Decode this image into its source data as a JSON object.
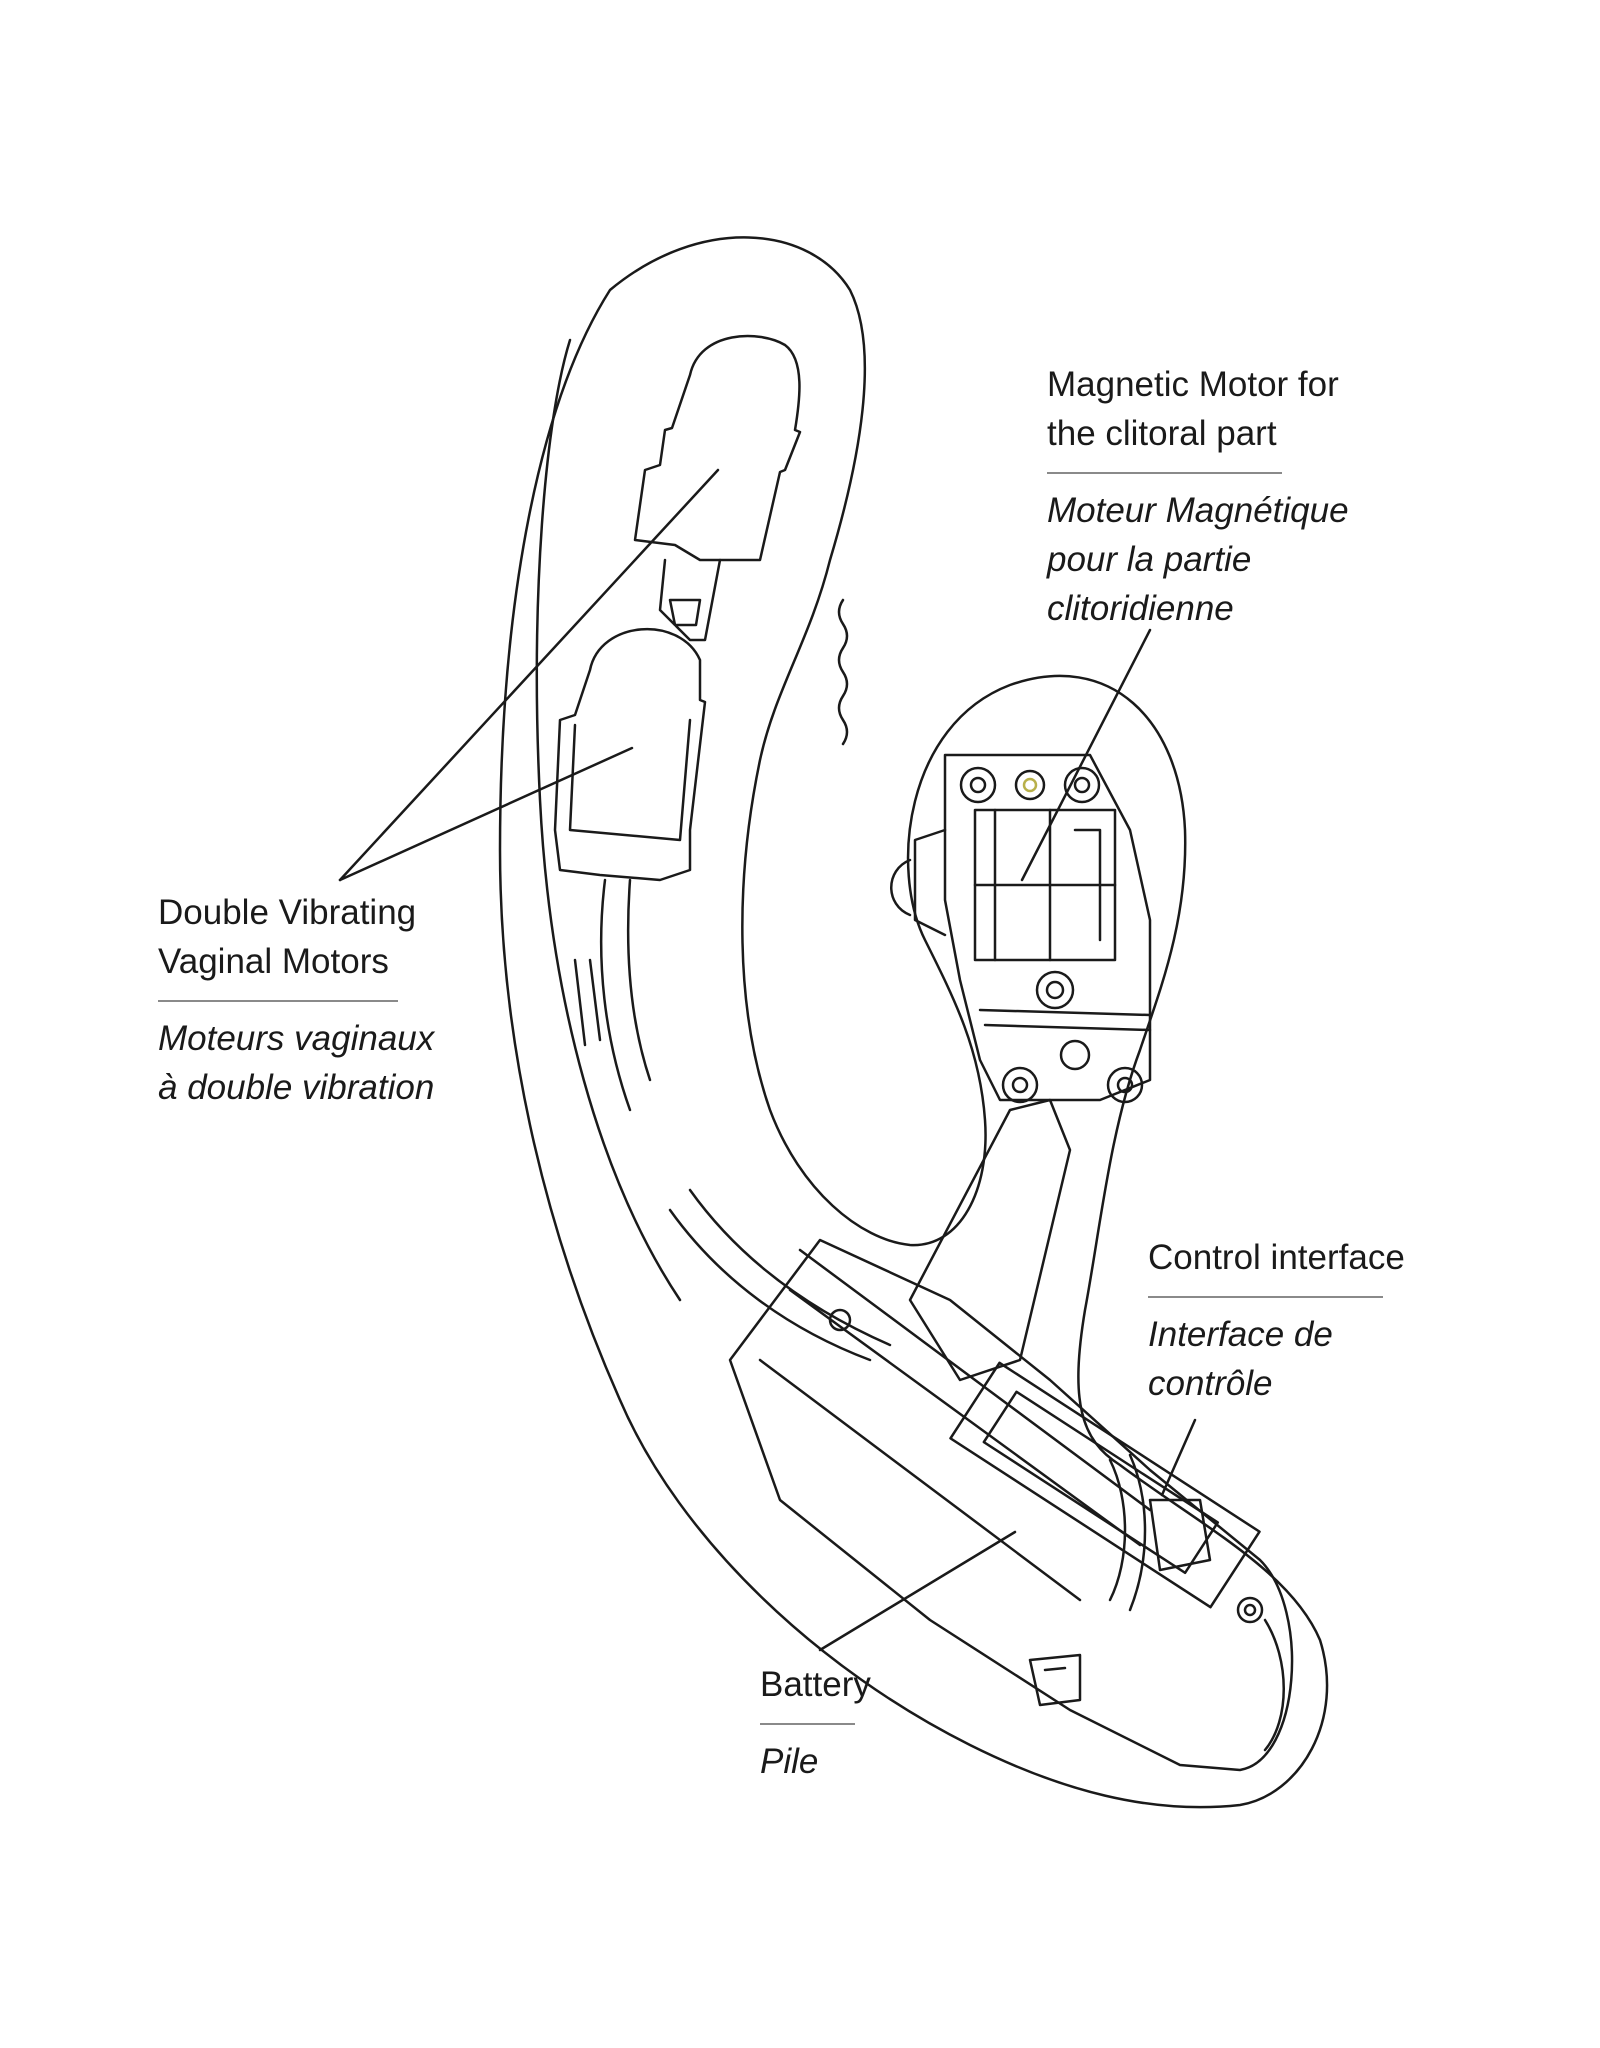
{
  "labels": {
    "magnetic_motor": {
      "en": [
        "Magnetic Motor for",
        "the clitoral part"
      ],
      "fr": [
        "Moteur Magnétique",
        "pour la partie",
        "clitoridienne"
      ]
    },
    "vaginal_motors": {
      "en": [
        "Double Vibrating",
        "Vaginal Motors"
      ],
      "fr": [
        "Moteurs vaginaux",
        "à double vibration"
      ]
    },
    "control_interface": {
      "en": [
        "Control interface"
      ],
      "fr": [
        "Interface de",
        "contrôle"
      ]
    },
    "battery": {
      "en": [
        "Battery"
      ],
      "fr": [
        "Pile"
      ]
    }
  },
  "colors": {
    "line": "#1a1a1a",
    "rule": "#8a8a8a",
    "accent": "#b8b04a"
  }
}
